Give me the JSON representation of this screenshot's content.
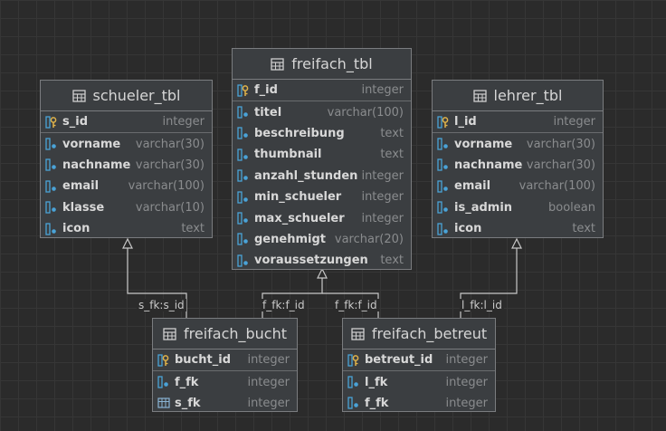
{
  "tables": {
    "freifach_tbl": {
      "name": "freifach_tbl",
      "pk": [
        {
          "name": "f_id",
          "type": "integer",
          "icon": "key-column-icon"
        }
      ],
      "cols": [
        {
          "name": "titel",
          "type": "varchar(100)",
          "icon": "column-icon"
        },
        {
          "name": "beschreibung",
          "type": "text",
          "icon": "column-icon"
        },
        {
          "name": "thumbnail",
          "type": "text",
          "icon": "column-icon"
        },
        {
          "name": "anzahl_stunden",
          "type": "integer",
          "icon": "column-icon"
        },
        {
          "name": "min_schueler",
          "type": "integer",
          "icon": "column-icon"
        },
        {
          "name": "max_schueler",
          "type": "integer",
          "icon": "column-icon"
        },
        {
          "name": "genehmigt",
          "type": "varchar(20)",
          "icon": "column-icon"
        },
        {
          "name": "voraussetzungen",
          "type": "text",
          "icon": "column-icon"
        }
      ]
    },
    "schueler_tbl": {
      "name": "schueler_tbl",
      "pk": [
        {
          "name": "s_id",
          "type": "integer",
          "icon": "key-column-icon"
        }
      ],
      "cols": [
        {
          "name": "vorname",
          "type": "varchar(30)",
          "icon": "column-icon"
        },
        {
          "name": "nachname",
          "type": "varchar(30)",
          "icon": "column-icon"
        },
        {
          "name": "email",
          "type": "varchar(100)",
          "icon": "column-icon"
        },
        {
          "name": "klasse",
          "type": "varchar(10)",
          "icon": "column-icon"
        },
        {
          "name": "icon",
          "type": "text",
          "icon": "column-icon"
        }
      ]
    },
    "lehrer_tbl": {
      "name": "lehrer_tbl",
      "pk": [
        {
          "name": "l_id",
          "type": "integer",
          "icon": "key-column-icon"
        }
      ],
      "cols": [
        {
          "name": "vorname",
          "type": "varchar(30)",
          "icon": "column-icon"
        },
        {
          "name": "nachname",
          "type": "varchar(30)",
          "icon": "column-icon"
        },
        {
          "name": "email",
          "type": "varchar(100)",
          "icon": "column-icon"
        },
        {
          "name": "is_admin",
          "type": "boolean",
          "icon": "column-icon"
        },
        {
          "name": "icon",
          "type": "text",
          "icon": "column-icon"
        }
      ]
    },
    "freifach_bucht": {
      "name": "freifach_bucht",
      "pk": [
        {
          "name": "bucht_id",
          "type": "integer",
          "icon": "key-column-icon"
        }
      ],
      "cols": [
        {
          "name": "f_fk",
          "type": "integer",
          "icon": "column-icon"
        },
        {
          "name": "s_fk",
          "type": "integer",
          "icon": "index-column-icon"
        }
      ]
    },
    "freifach_betreut": {
      "name": "freifach_betreut",
      "pk": [
        {
          "name": "betreut_id",
          "type": "integer",
          "icon": "key-column-icon"
        }
      ],
      "cols": [
        {
          "name": "l_fk",
          "type": "integer",
          "icon": "column-icon"
        },
        {
          "name": "f_fk",
          "type": "integer",
          "icon": "column-icon"
        }
      ]
    }
  },
  "relations": {
    "s_fk": "s_fk:s_id",
    "f_fk_bucht": "f_fk:f_id",
    "f_fk_betreut": "f_fk:f_id",
    "l_fk": "l_fk:l_id"
  },
  "colors": {
    "background": "#2b2b2b",
    "table_bg": "#3b3e41",
    "border": "#7a7c7f",
    "line": "#c8c8c8",
    "key_icon": "#e0b34a",
    "column_icon": "#4aa3d8"
  }
}
